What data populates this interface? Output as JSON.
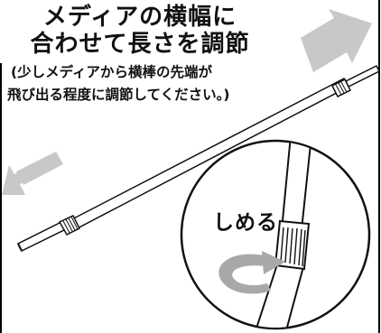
{
  "title": {
    "line1": "メディアの横幅に",
    "line2": "合わせて長さを調節"
  },
  "note": {
    "line1": "(少しメディアから横棒の先端が",
    "line2": "飛び出る程度に調節してください。)"
  },
  "callout": {
    "label": "しめる"
  },
  "icons": [
    "expand-arrow-right-icon",
    "expand-arrow-left-icon",
    "rotate-arrow-icon"
  ],
  "colors": {
    "arrow": "#c8c8c8",
    "rod": "#ffffff",
    "outline": "#111111"
  }
}
